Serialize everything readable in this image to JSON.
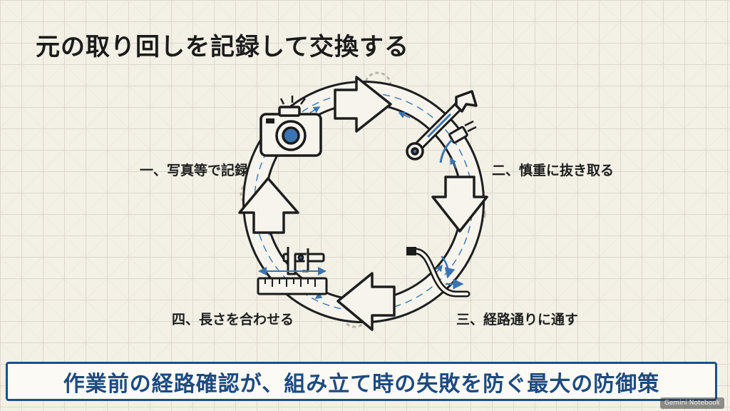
{
  "title": "元の取り回しを記録して交換する",
  "steps": [
    {
      "label": "一、写真等で記録",
      "icon": "camera-icon"
    },
    {
      "label": "二、慎重に抜き取る",
      "icon": "wrench-icon"
    },
    {
      "label": "三、経路通りに通す",
      "icon": "cable-icon"
    },
    {
      "label": "四、長さを合わせる",
      "icon": "caliper-icon"
    }
  ],
  "banner": {
    "text": "作業前の経路確認が、組み立て時の失敗を防ぐ最大の防御策"
  },
  "watermark": {
    "text": "Gemini Notebook"
  },
  "colors": {
    "accent": "#1e4f86",
    "ink": "#1b1b1b",
    "background": "#f3f0e6"
  }
}
